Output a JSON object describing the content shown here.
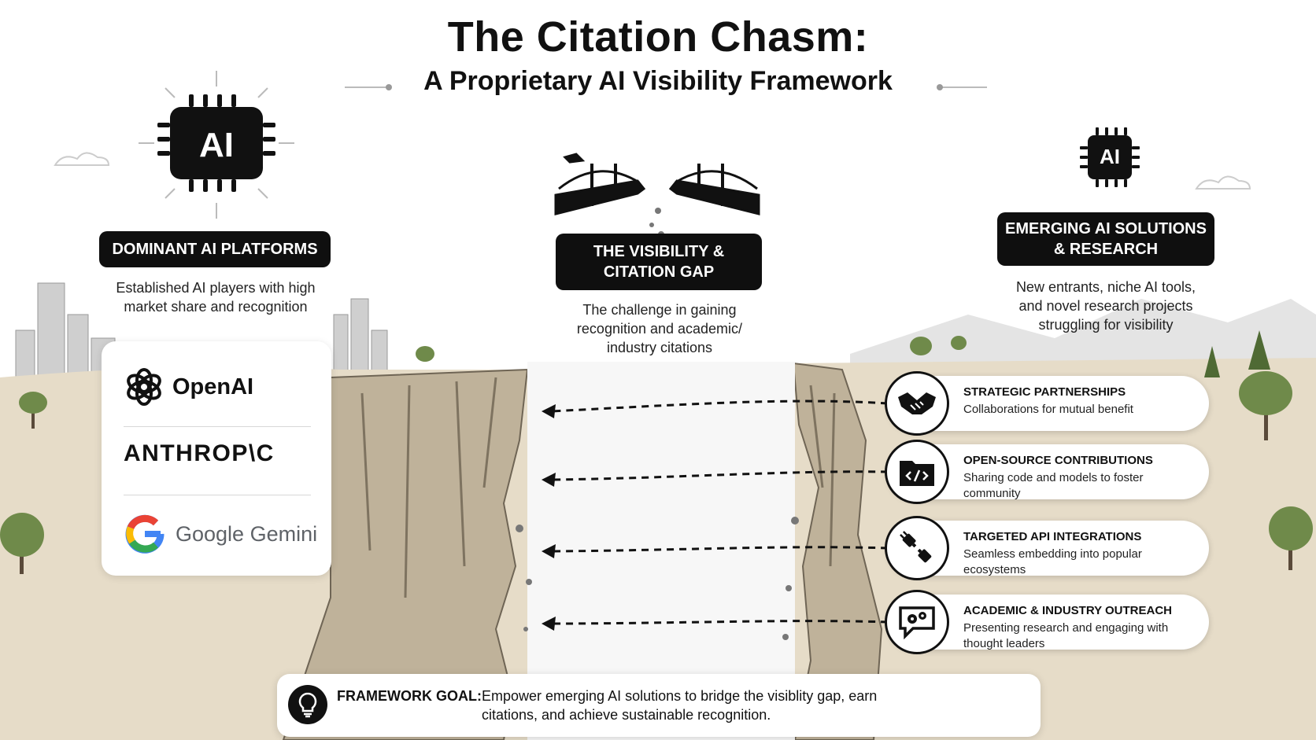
{
  "title": "The Citation Chasm:",
  "subtitle": "A Proprietary AI Visibility Framework",
  "left": {
    "chip_label": "AI",
    "heading": "DOMINANT AI PLATFORMS",
    "description": "Established AI players with high market share and recognition",
    "logos": {
      "openai": "OpenAI",
      "anthropic": "ANTHROP\\C",
      "gemini": "Google Gemini"
    }
  },
  "center": {
    "heading_line1": "THE VISIBILITY &",
    "heading_line2": "CITATION GAP",
    "description": "The challenge in gaining recognition and academic/ industry citations"
  },
  "right": {
    "chip_label": "AI",
    "heading_line1": "EMERGING AI SOLUTIONS",
    "heading_line2": "& RESEARCH",
    "description": "New entrants, niche AI tools, and novel research projects struggling for visibility",
    "strategies": [
      {
        "icon": "handshake-icon",
        "title": "STRATEGIC PARTNERSHIPS",
        "description": "Collaborations for mutual benefit"
      },
      {
        "icon": "code-folder-icon",
        "title": "OPEN-SOURCE CONTRIBUTIONS",
        "description": "Sharing code and models to foster community"
      },
      {
        "icon": "plug-icon",
        "title": "TARGETED API INTEGRATIONS",
        "description": "Seamless embedding into popular ecosystems"
      },
      {
        "icon": "chat-gears-icon",
        "title": "ACADEMIC & INDUSTRY OUTREACH",
        "description": "Presenting research and engaging with thought leaders"
      }
    ]
  },
  "goal": {
    "icon": "lightbulb-icon",
    "label": "FRAMEWORK GOAL:",
    "text": "Empower emerging AI solutions to bridge the visiblity gap, earn citations, and achieve sustainable recognition."
  },
  "colors": {
    "ink": "#0f0f0f",
    "cliff": "#cbbfa6",
    "cliff_shadow": "#7e7360",
    "ground": "#e6dcc8",
    "tree": "#5f7a3e"
  }
}
